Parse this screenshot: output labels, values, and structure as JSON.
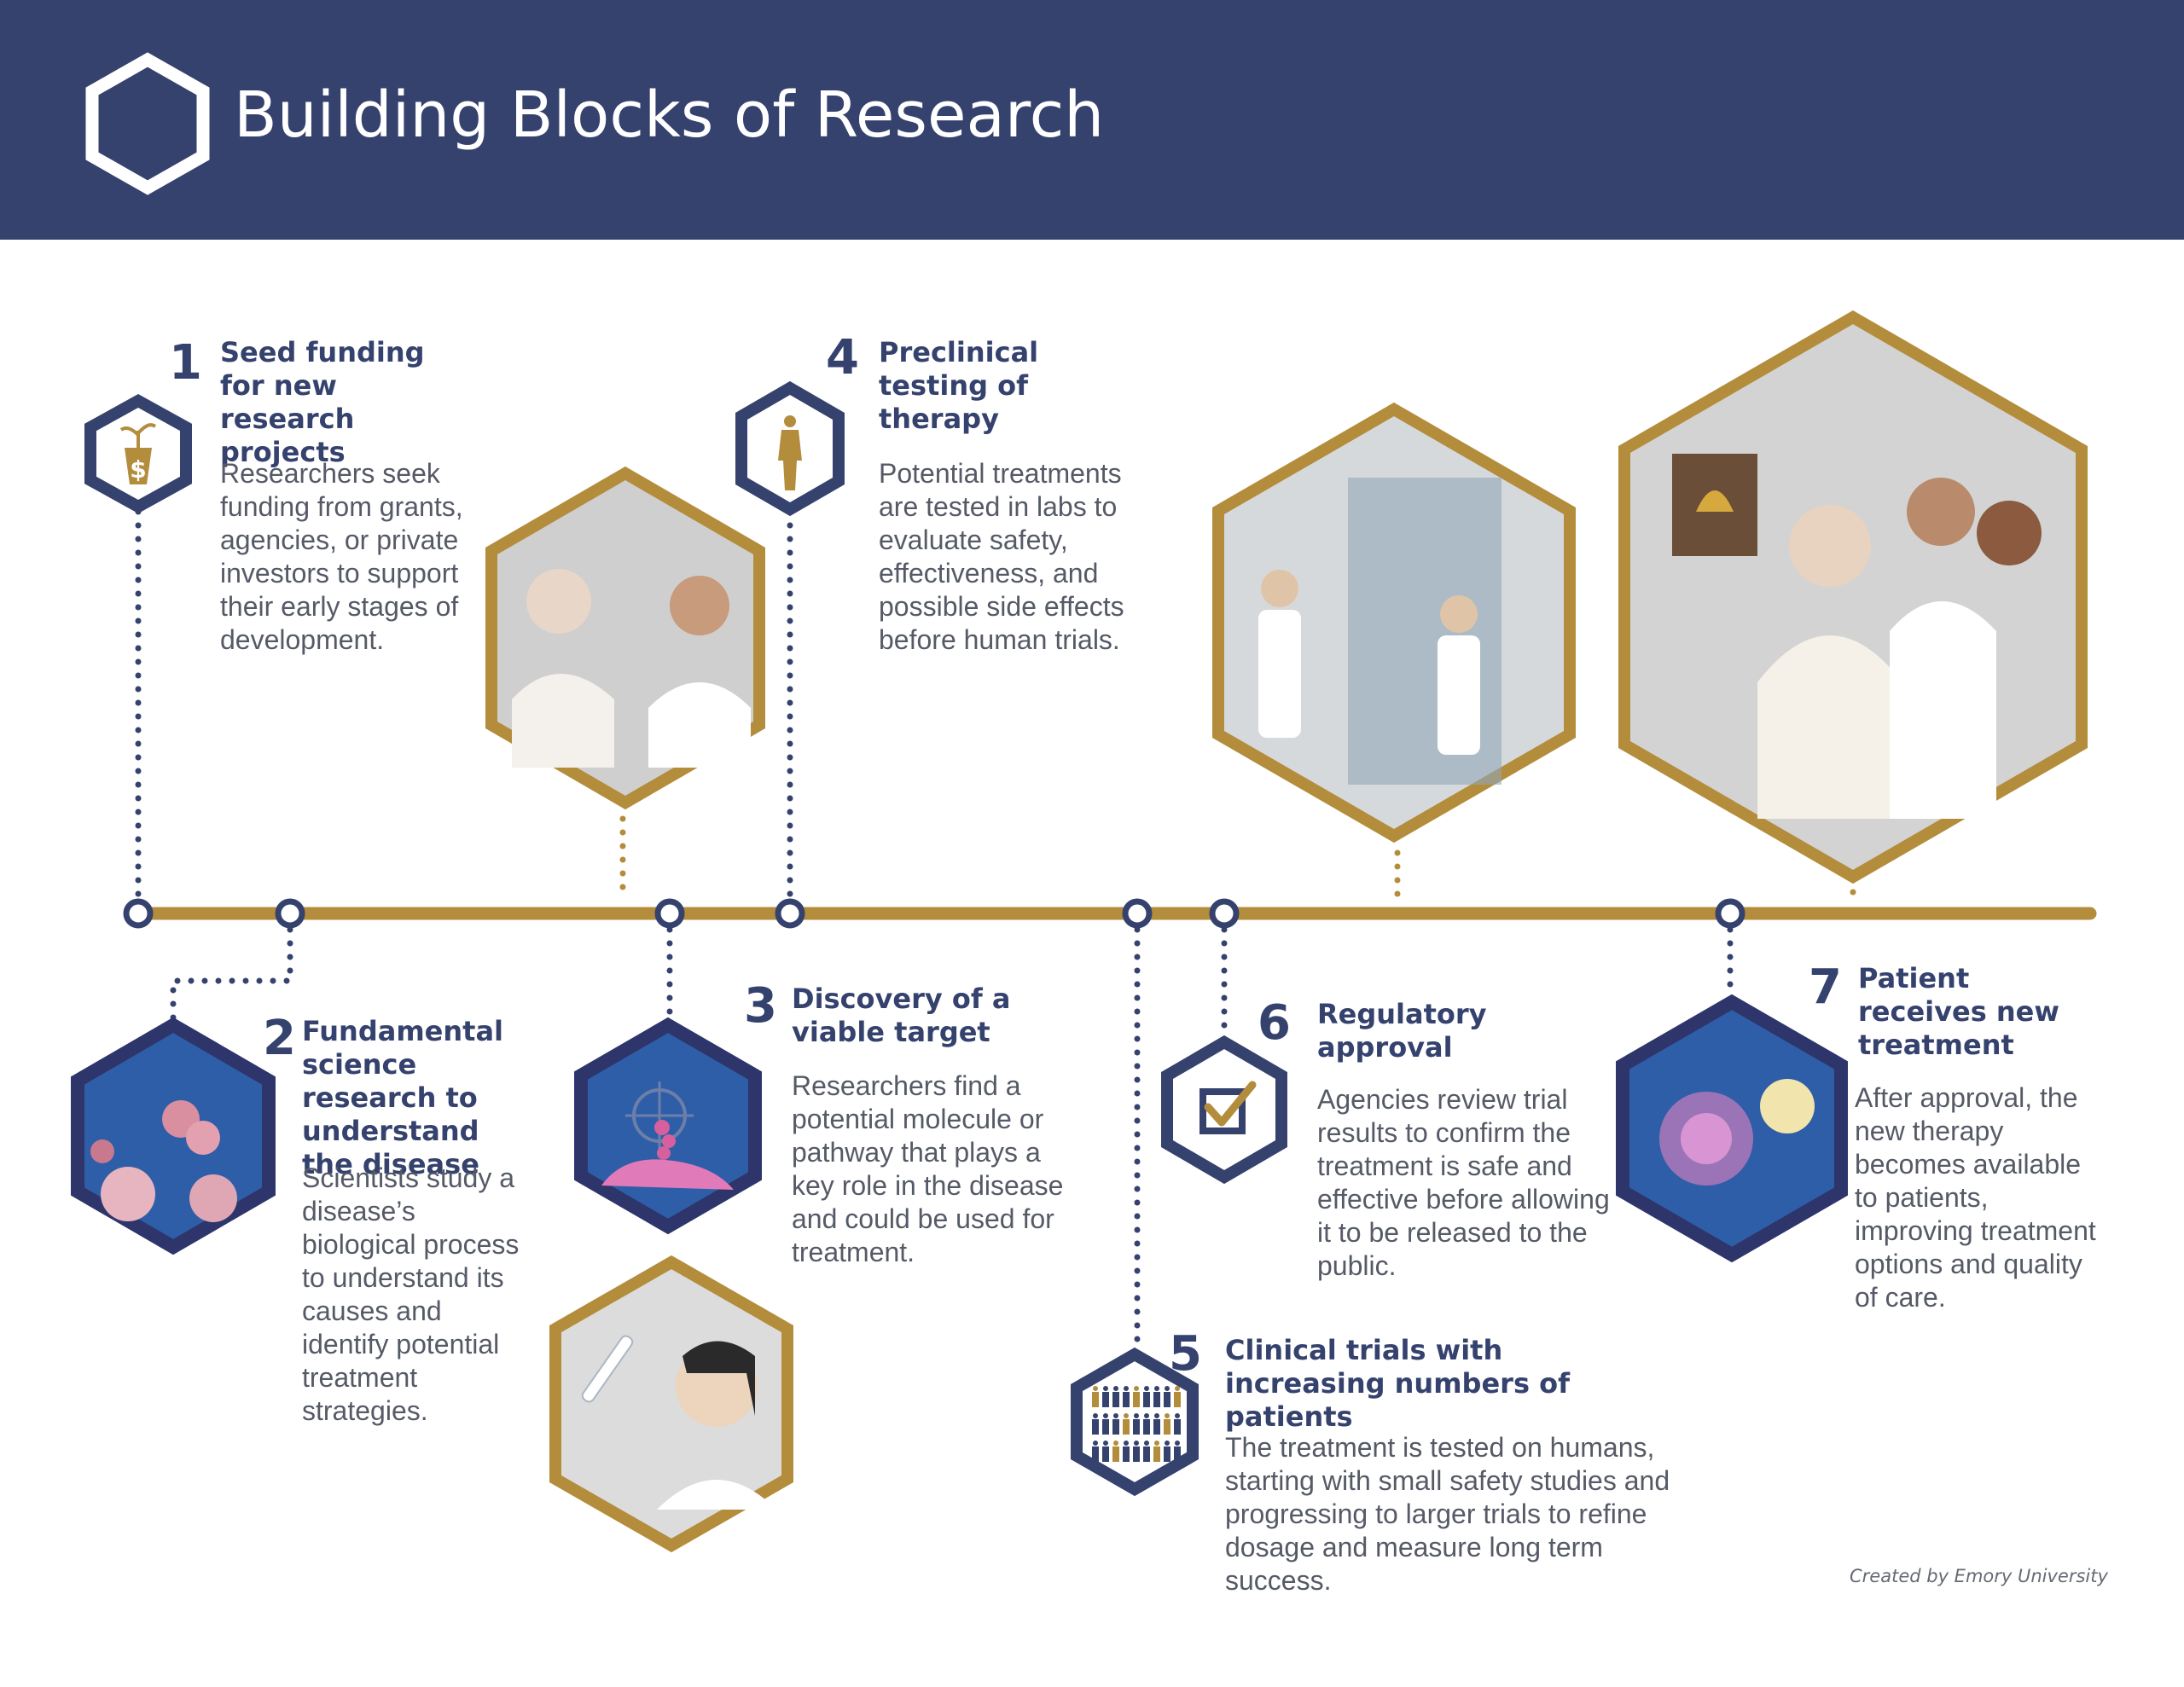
{
  "header": {
    "title": "Building Blocks of Research",
    "bg_color": "#35426e"
  },
  "colors": {
    "navy": "#35426e",
    "gold": "#b38d3c",
    "text": "#555a66",
    "photo_bg": "#d9d9d9",
    "cell_blue": "#2e5ea8"
  },
  "steps": [
    {
      "number": "1",
      "title": "Seed funding for new research projects",
      "description": "Researchers seek funding from grants, agencies, or private investors to support their early stages of development.",
      "icon": "seedling-money-icon"
    },
    {
      "number": "2",
      "title": "Fundamental science research to understand the disease",
      "description": "Scientists study a disease’s biological process to understand its causes and identify potential treatment strategies.",
      "icon": "cells-image"
    },
    {
      "number": "3",
      "title": "Discovery of a viable target",
      "description": "Researchers find a potential molecule or pathway that plays a key role in the disease and could be used for treatment.",
      "icon": "molecular-target-image"
    },
    {
      "number": "4",
      "title": "Preclinical testing of therapy",
      "description": "Potential treatments are tested in labs to evaluate safety, effectiveness, and possible side effects before human trials.",
      "icon": "person-silhouette-icon"
    },
    {
      "number": "5",
      "title": "Clinical trials with increasing numbers of patients",
      "description": "The treatment is tested on humans, starting with small safety studies and progressing to larger trials to refine dosage and measure long term success.",
      "icon": "patient-group-icon"
    },
    {
      "number": "6",
      "title": "Regulatory approval",
      "description": "Agencies review trial results to confirm the treatment is safe and effective before allowing it to be released to the public.",
      "icon": "checkbox-icon"
    },
    {
      "number": "7",
      "title": "Patient receives new treatment",
      "description": "After approval, the new therapy becomes available to patients, improving treatment options and quality of care.",
      "icon": "treated-cell-image"
    }
  ],
  "photos": [
    {
      "name": "patient-consultation-photo"
    },
    {
      "name": "lab-researchers-photo"
    },
    {
      "name": "bell-ringing-celebration-photo"
    },
    {
      "name": "scientist-test-tube-photo"
    }
  ],
  "footer": {
    "credit": "Created by Emory University"
  }
}
